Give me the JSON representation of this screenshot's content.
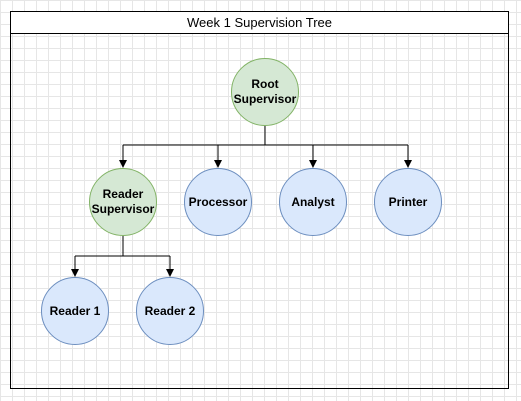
{
  "diagram": {
    "title": "Week 1 Supervision Tree",
    "colors": {
      "supervisor_fill": "#d5e8d4",
      "supervisor_stroke": "#82b366",
      "worker_fill": "#dae8fc",
      "worker_stroke": "#6c8ebf",
      "edge": "#000000"
    },
    "nodes": [
      {
        "id": "root",
        "label": "Root\nSupervisor",
        "kind": "supervisor"
      },
      {
        "id": "reader-supervisor",
        "label": "Reader\nSupervisor",
        "kind": "supervisor"
      },
      {
        "id": "processor",
        "label": "Processor",
        "kind": "worker"
      },
      {
        "id": "analyst",
        "label": "Analyst",
        "kind": "worker"
      },
      {
        "id": "printer",
        "label": "Printer",
        "kind": "worker"
      },
      {
        "id": "reader-1",
        "label": "Reader 1",
        "kind": "worker"
      },
      {
        "id": "reader-2",
        "label": "Reader 2",
        "kind": "worker"
      }
    ],
    "edges": [
      {
        "from": "root",
        "to": "reader-supervisor"
      },
      {
        "from": "root",
        "to": "processor"
      },
      {
        "from": "root",
        "to": "analyst"
      },
      {
        "from": "root",
        "to": "printer"
      },
      {
        "from": "reader-supervisor",
        "to": "reader-1"
      },
      {
        "from": "reader-supervisor",
        "to": "reader-2"
      }
    ]
  }
}
